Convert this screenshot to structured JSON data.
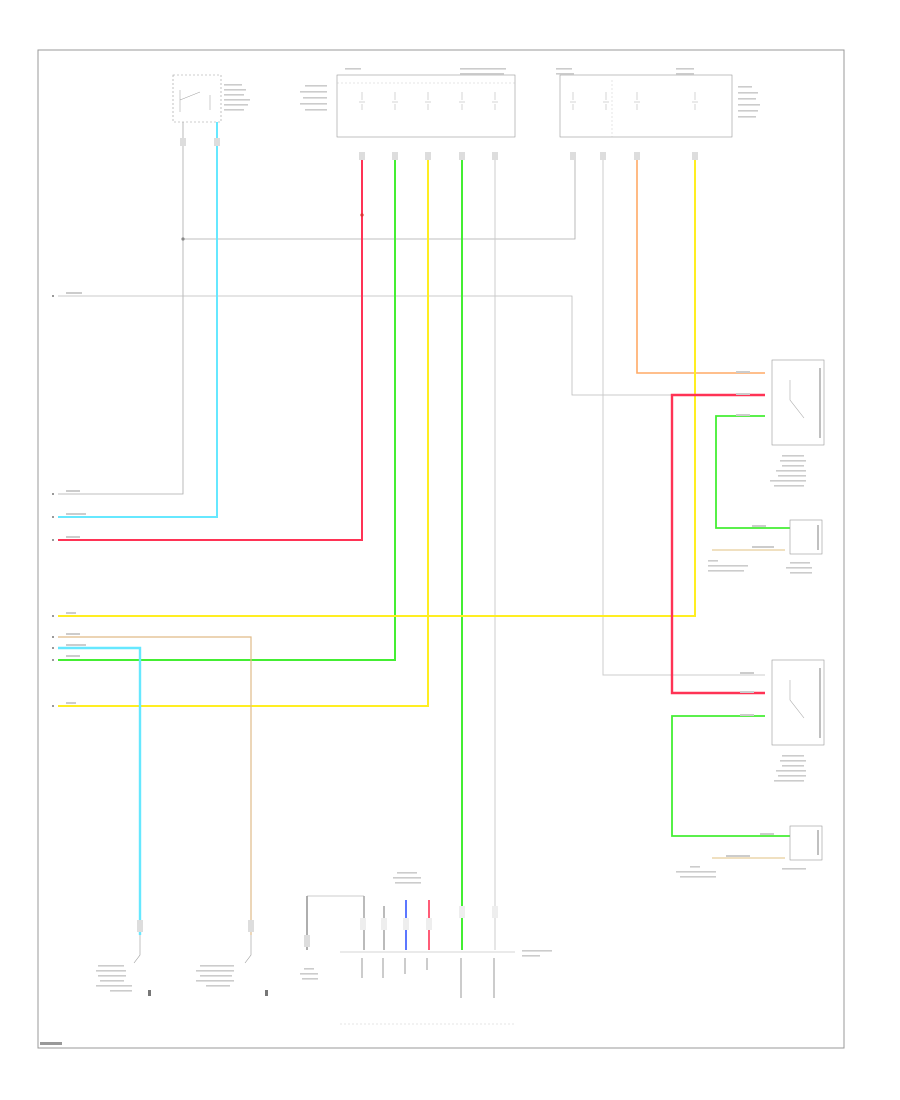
{
  "diagram": {
    "wires": [
      {
        "id": "bl-top",
        "color": "#aaaaaa"
      },
      {
        "id": "bl-right",
        "color": "#bbbbbb"
      },
      {
        "id": "lt-blu",
        "color": "#66e8ff"
      },
      {
        "id": "red",
        "color": "#ff3355"
      },
      {
        "id": "grn",
        "color": "#44ee33"
      },
      {
        "id": "yel",
        "color": "#ffee22"
      },
      {
        "id": "org",
        "color": "#ffaa66"
      },
      {
        "id": "tan",
        "color": "#e0bb88"
      }
    ]
  }
}
